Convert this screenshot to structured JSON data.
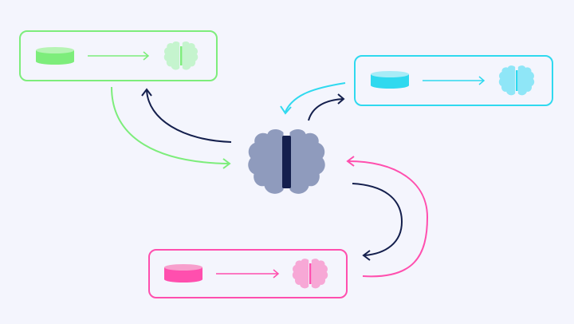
{
  "colors": {
    "background": "#f4f5fd",
    "central_brain": "#8f9bbd",
    "central_divider": "#141f4d",
    "central_arrow": "#141f4d",
    "green": "#7ded7b",
    "green_light": "#c5f4ce",
    "cyan": "#2fd9ef",
    "cyan_light": "#8fe6f7",
    "pink": "#ff4fae",
    "pink_light": "#f7a8d6"
  },
  "nodes": {
    "central": {
      "icon": "brain-icon"
    },
    "clients": [
      {
        "id": "green",
        "data_icon": "database-icon",
        "model_icon": "brain-icon"
      },
      {
        "id": "cyan",
        "data_icon": "database-icon",
        "model_icon": "brain-icon"
      },
      {
        "id": "pink",
        "data_icon": "database-icon",
        "model_icon": "brain-icon"
      }
    ]
  }
}
